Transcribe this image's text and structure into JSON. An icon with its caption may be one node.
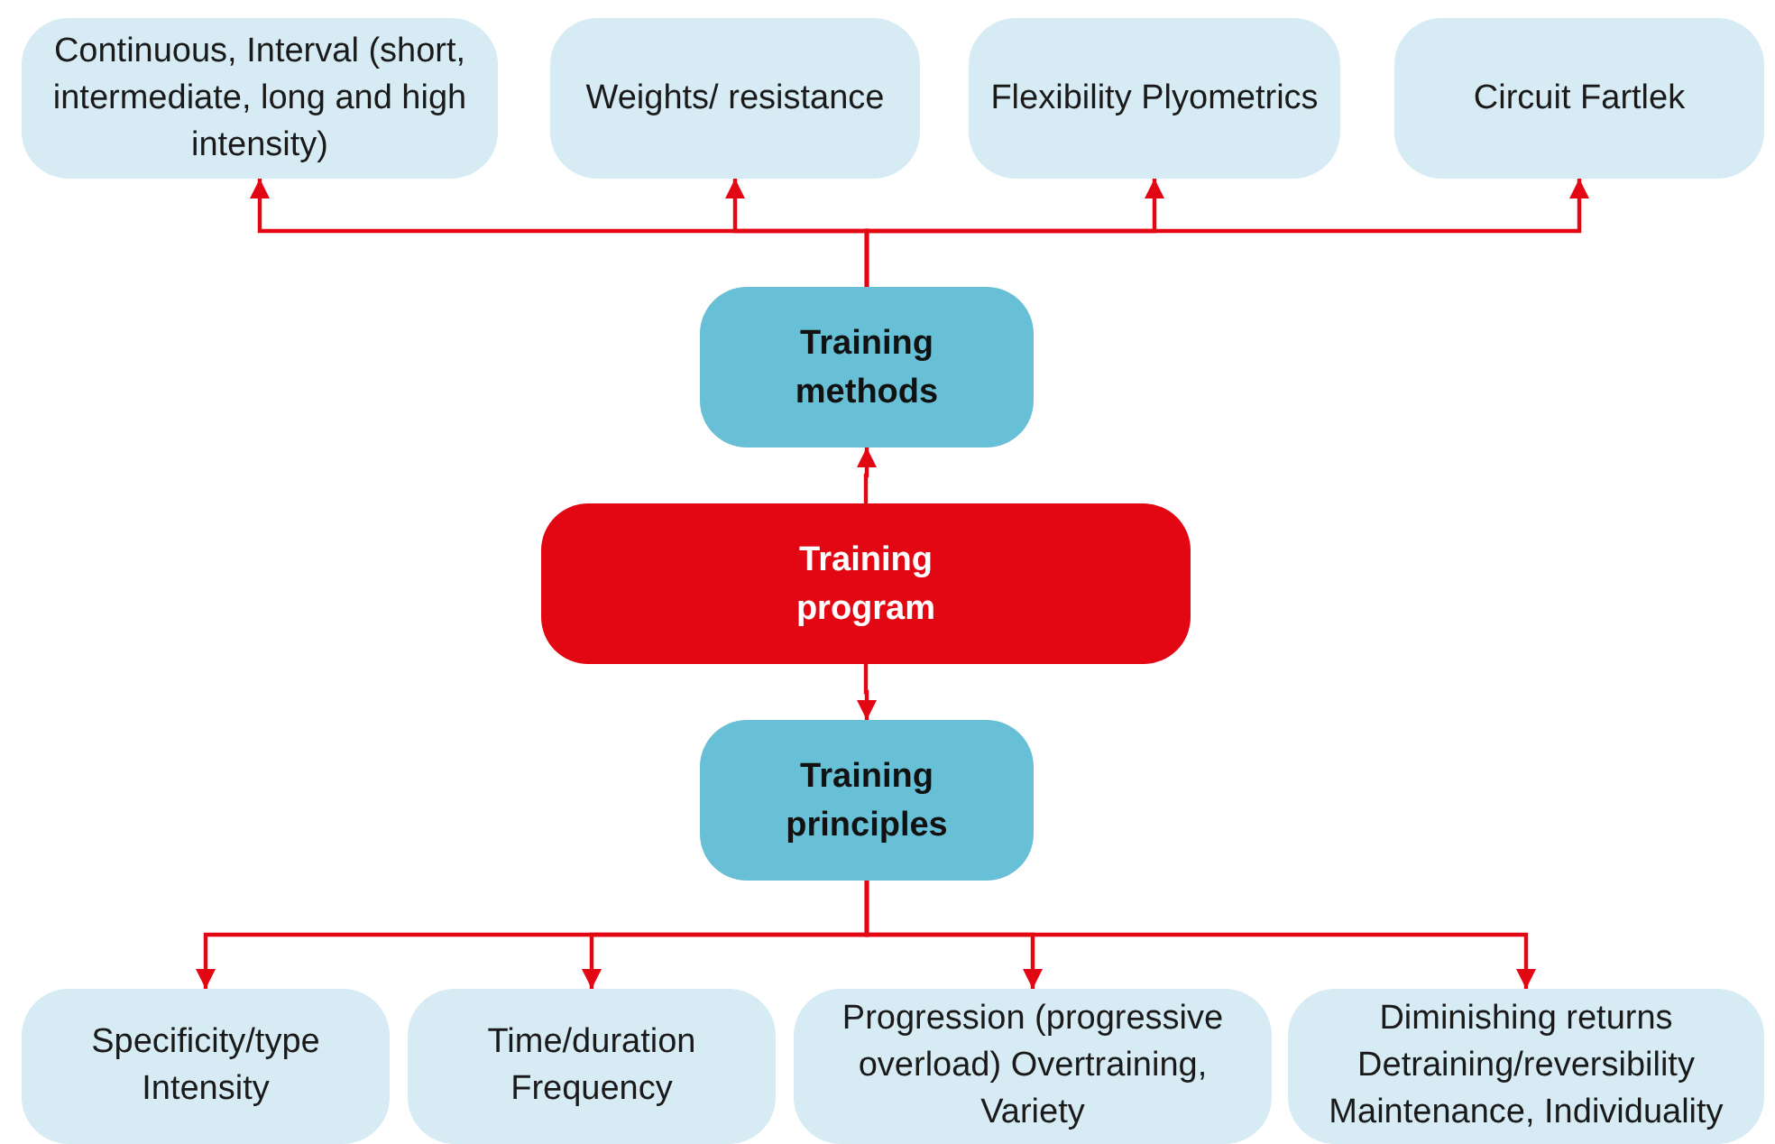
{
  "diagram": {
    "nodes": [
      {
        "text": [
          "Continuous, Interval (short, intermediate, long and high intensity)"
        ]
      },
      {
        "text": [
          "Weights/ resistance"
        ]
      },
      {
        "text": [
          "Flexibility Plyometrics"
        ]
      },
      {
        "text": [
          "Circuit Fartlek"
        ]
      },
      {
        "text": [
          "Training methods"
        ]
      },
      {
        "text": [
          "Training program"
        ]
      },
      {
        "text": [
          "Training principles"
        ]
      },
      {
        "text": [
          "Specificity/type Intensity"
        ]
      },
      {
        "text": [
          "Time/duration Frequency"
        ]
      },
      {
        "text": [
          "Progression (progressive overload) Overtraining, Variety"
        ]
      },
      {
        "text": [
          "Diminishing returns Detraining/reversibility Maintenance, Individuality"
        ]
      }
    ],
    "edges": [
      {
        "from": 5,
        "to": 4,
        "arrow": "to"
      },
      {
        "from": 5,
        "to": 6,
        "arrow": "to"
      },
      {
        "from": 4,
        "to": 0,
        "arrow": "to"
      },
      {
        "from": 4,
        "to": 1,
        "arrow": "to"
      },
      {
        "from": 4,
        "to": 2,
        "arrow": "to"
      },
      {
        "from": 4,
        "to": 3,
        "arrow": "to"
      },
      {
        "from": 6,
        "to": 7,
        "arrow": "to"
      },
      {
        "from": 6,
        "to": 8,
        "arrow": "to"
      },
      {
        "from": 6,
        "to": 9,
        "arrow": "to"
      },
      {
        "from": 6,
        "to": 10,
        "arrow": "to"
      }
    ]
  }
}
